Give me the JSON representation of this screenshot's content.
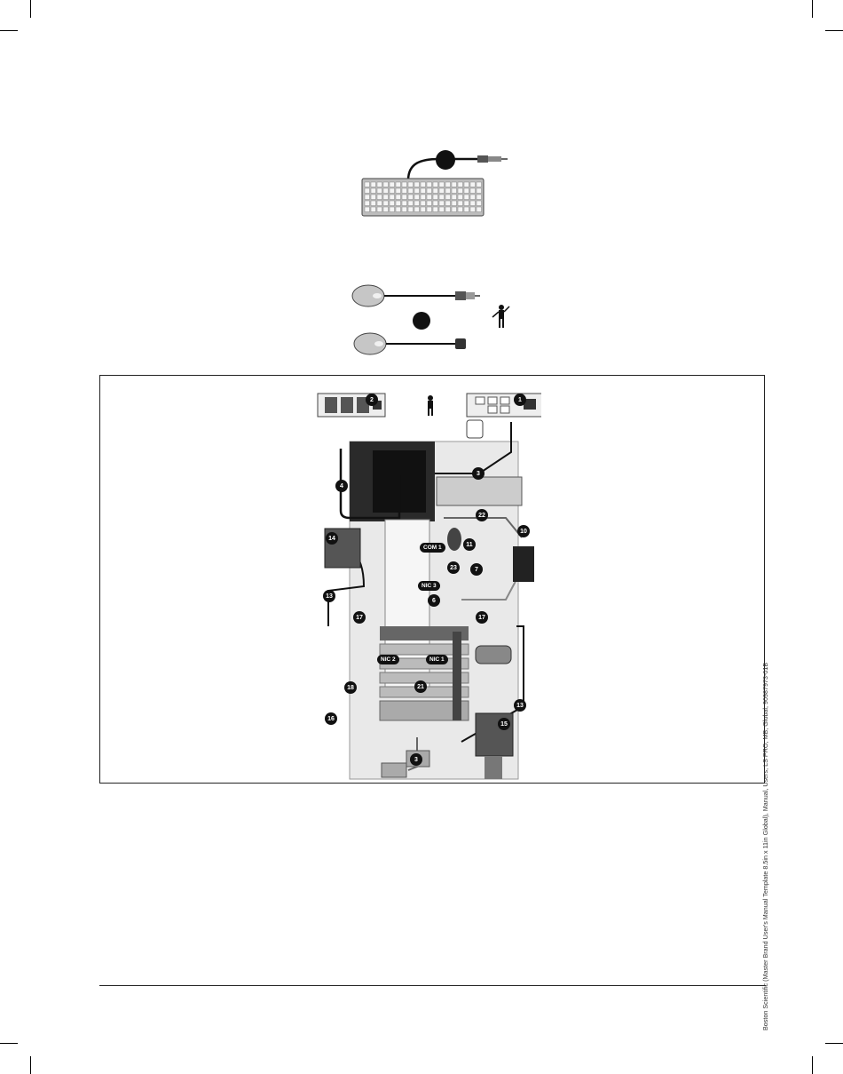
{
  "diagram": {
    "callouts": [
      "1",
      "2",
      "3",
      "4",
      "6",
      "7",
      "10",
      "11",
      "13",
      "14",
      "15",
      "16",
      "17",
      "18",
      "21",
      "22",
      "23"
    ],
    "port_labels": [
      "COM 1",
      "NIC 3",
      "NIC 2",
      "NIC 1"
    ]
  },
  "footer": {
    "side_text": "Boston Scientific (Master Brand User's Manual Template 8.5in x 11in Global), Manual, Users, LS PRO, MB, Global, 90987973-01B"
  }
}
